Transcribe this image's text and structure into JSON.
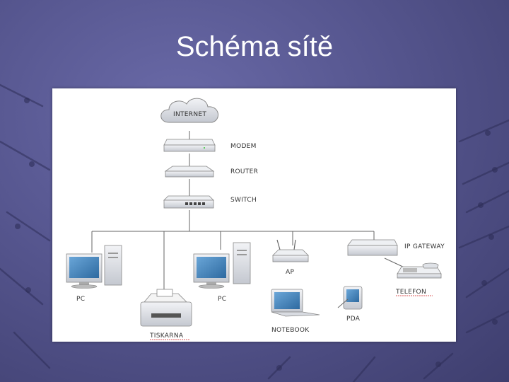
{
  "slide": {
    "title": "Schéma sítě"
  },
  "diagram": {
    "nodes": {
      "internet": "INTERNET",
      "modem": "MODEM",
      "router": "ROUTER",
      "switch": "SWITCH",
      "pc_left": "PC",
      "printer": "TISKARNA",
      "pc_right": "PC",
      "ap": "AP",
      "notebook": "NOTEBOOK",
      "pda": "PDA",
      "ip_gateway": "IP GATEWAY",
      "phone": "TELEFON"
    },
    "colors": {
      "background": "#56568f",
      "panel": "#ffffff",
      "device_body": "#e3e5ea",
      "screen": "#3e7fb8",
      "spellcheck_underline": "#d02020"
    }
  }
}
